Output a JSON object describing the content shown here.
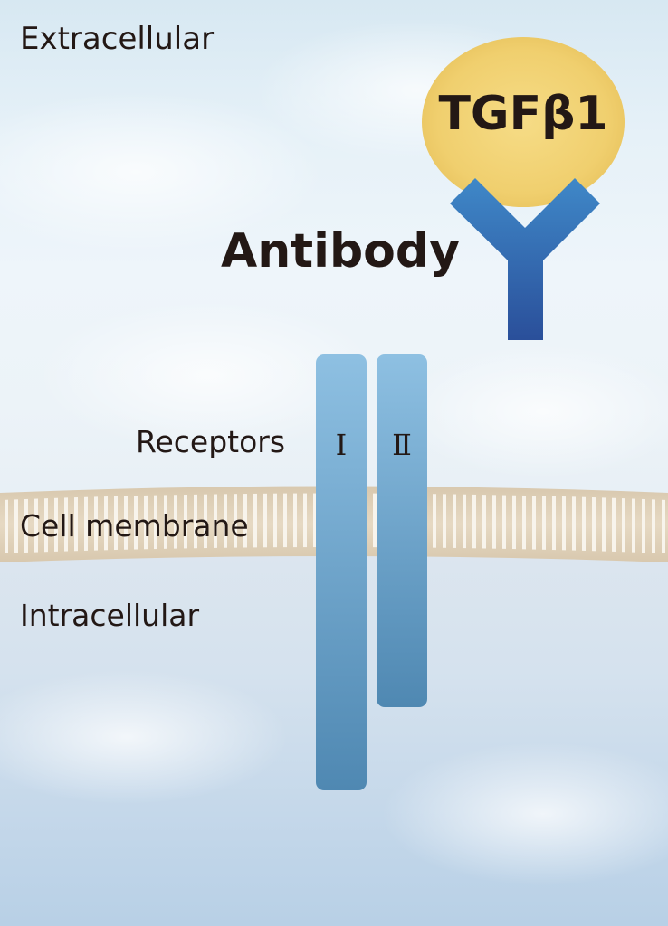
{
  "labels": {
    "extracellular": "Extracellular",
    "antibody": "Antibody",
    "ligand": "TGFβ1",
    "receptors": "Receptors",
    "receptor_1": "Ⅰ",
    "receptor_2": "Ⅱ",
    "cell_membrane": "Cell membrane",
    "intracellular": "Intracellular"
  },
  "colors": {
    "ligand_fill": "#f0cf6e",
    "antibody_light": "#3f88c8",
    "antibody_dark": "#2a4f9a",
    "receptor_light": "#8ec0e2",
    "receptor_dark": "#4f88b2",
    "membrane_fill": "#e2d3bb",
    "membrane_stripes": "#f8f4ec",
    "text": "#231815"
  }
}
